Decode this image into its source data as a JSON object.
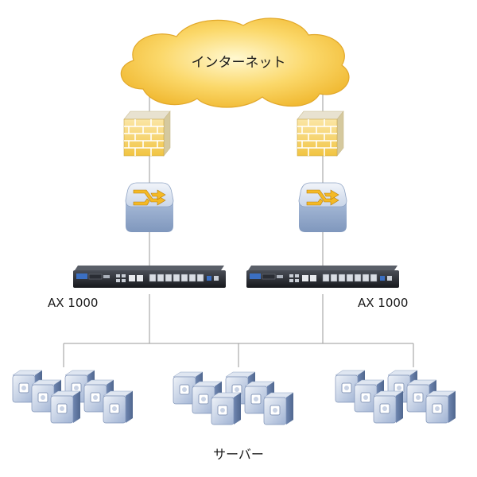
{
  "cloud": {
    "label": "インターネット"
  },
  "load_balancers": [
    {
      "label": "AX 1000"
    },
    {
      "label": "AX 1000"
    }
  ],
  "servers": {
    "label": "サーバー"
  },
  "colors": {
    "cloud_fill": "#f7c94a",
    "firewall_brick": "#f3cc55",
    "switch_body": "#b9c9e0",
    "switch_arrow": "#f2bb2a",
    "appliance_body": "#26292f",
    "server_body": "#a9bbd9",
    "line": "#9a9a9a"
  }
}
